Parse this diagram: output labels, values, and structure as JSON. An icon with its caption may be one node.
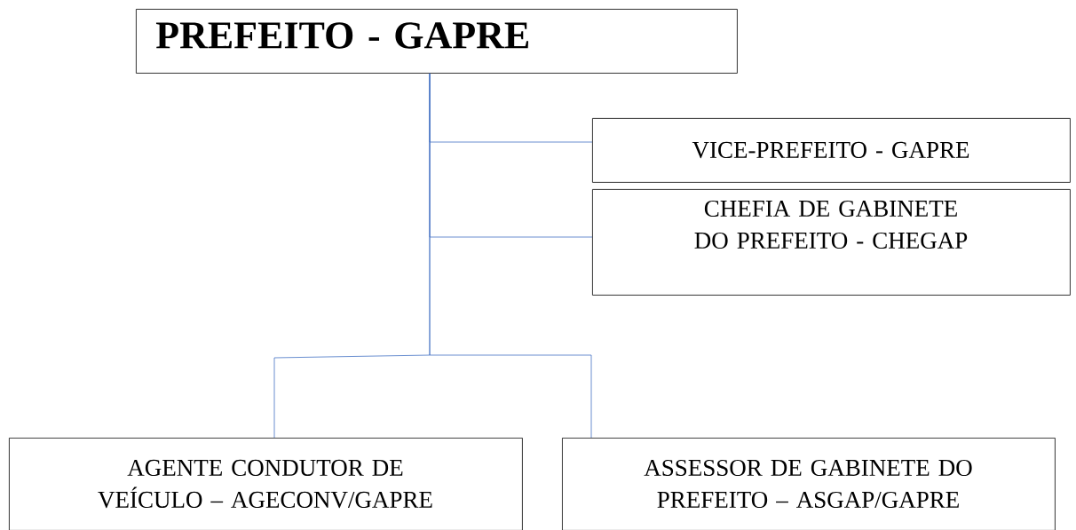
{
  "diagram": {
    "nodes": [
      {
        "text": [
          "PREFEITO - GAPRE"
        ]
      },
      {
        "text": [
          "VICE-PREFEITO - GAPRE"
        ]
      },
      {
        "text": [
          "CHEFIA DE GABINETE DO PREFEITO - CHEGAP"
        ]
      },
      {
        "text": [
          "AGENTE CONDUTOR DE VEÍCULO – AGECONV/GAPRE"
        ]
      },
      {
        "text": [
          "ASSESSOR DE GABINETE DO PREFEITO – ASGAP/GAPRE"
        ]
      }
    ],
    "edges": [
      {
        "from": 0,
        "to": 1,
        "arrow": "none"
      },
      {
        "from": 0,
        "to": 2,
        "arrow": "none"
      },
      {
        "from": 0,
        "to": 3,
        "arrow": "none"
      },
      {
        "from": 0,
        "to": 4,
        "arrow": "none"
      }
    ]
  }
}
